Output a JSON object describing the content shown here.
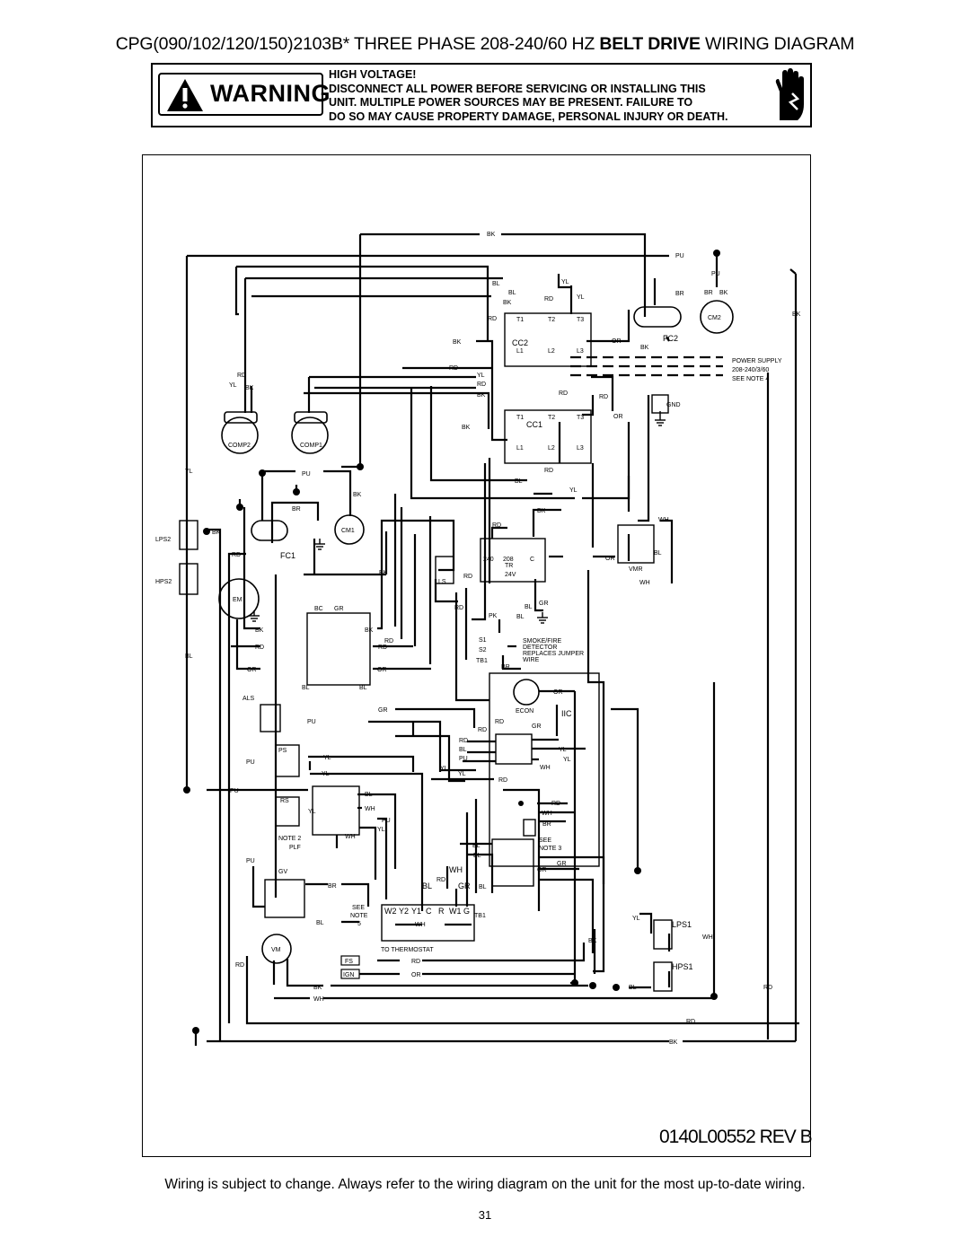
{
  "title": {
    "prefix": "CPG(090/102/120/150)2103B* THREE PHASE 208-240/60 HZ ",
    "bold": "BELT DRIVE",
    "suffix": " WIRING DIAGRAM"
  },
  "warning": {
    "badge": "WARNING",
    "line1": "HIGH VOLTAGE!",
    "line2": "DISCONNECT ALL POWER BEFORE SERVICING OR INSTALLING THIS",
    "line3": "UNIT.  MULTIPLE POWER SOURCES MAY BE PRESENT.  FAILURE TO",
    "line4": "DO SO MAY CAUSE PROPERTY DAMAGE, PERSONAL INJURY OR DEATH."
  },
  "diagram": {
    "components": {
      "cc2": "CC2",
      "cc1": "CC1",
      "tr": "TR",
      "fc1": "FC1",
      "fc2": "FC2",
      "cm1": "CM1",
      "cm2": "CM2",
      "comp1": "COMP1",
      "comp2": "COMP2",
      "em": "EM",
      "vm": "VM",
      "vmr": "VMR",
      "iic": "IIC",
      "tb1": "TB1",
      "tb1b": "TB1",
      "gnd": "GND",
      "lps1": "LPS1",
      "lps2": "LPS2",
      "hps1": "HPS1",
      "hps2": "HPS2",
      "als": "ALS",
      "ps": "PS",
      "rs": "RS",
      "gv": "GV",
      "ls": "LS",
      "fs": "FS",
      "ign": "IGN",
      "plf": "PLF",
      "note2": "NOTE 2",
      "see_note": "SEE",
      "note5": "NOTE",
      "five": "5",
      "see3": "SEE",
      "note3": "NOTE 3",
      "bc": "BC",
      "gr_bc": "GR",
      "econ": "ECON",
      "s1": "S1",
      "s2": "S2"
    },
    "power_supply": [
      "POWER SUPPLY",
      "208-240/3/60",
      "SEE NOTE 4"
    ],
    "transformer_taps": [
      "240",
      "208",
      "C",
      "24V"
    ],
    "smoke_detector": [
      "SMOKE/FIRE",
      "DETECTOR",
      "REPLACES JUMPER",
      "WIRE"
    ],
    "contactor_terms": [
      "T1",
      "T2",
      "T3",
      "L1",
      "L2",
      "L3"
    ],
    "thermostat_terms": [
      "W2",
      "Y2",
      "Y1",
      "C",
      "R",
      "W1",
      "G"
    ],
    "to_thermostat": "TO THERMOSTAT",
    "wires": {
      "bk": "BK",
      "bl": "BL",
      "rd": "RD",
      "yl": "YL",
      "pu": "PU",
      "br": "BR",
      "wh": "WH",
      "or": "OR",
      "gr": "GR",
      "pk": "PK"
    }
  },
  "drawing_number": "0140L00552 REV B",
  "footer": "Wiring is subject to change. Always refer to the wiring diagram on the unit for the most up-to-date wiring.",
  "page_number": "31"
}
